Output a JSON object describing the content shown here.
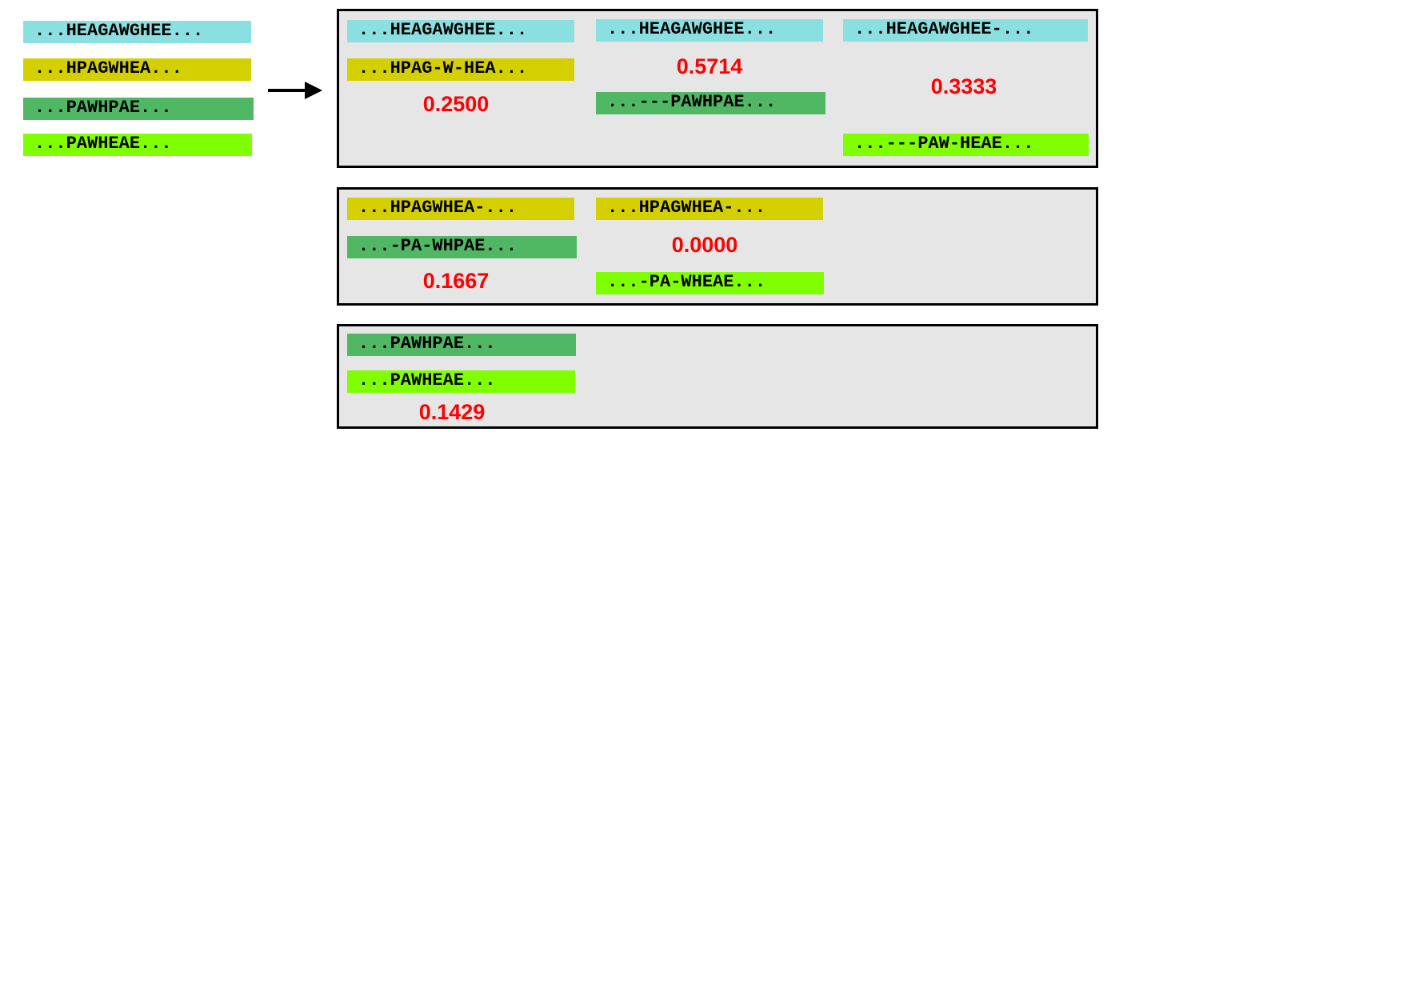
{
  "colors": {
    "cyan": "#8ae0e0",
    "olive": "#d4d000",
    "green": "#50b864",
    "lime": "#80ff00",
    "score": "#ff0000",
    "panel_bg": "#e6e6e6"
  },
  "input_sequences": [
    "...HEAGAWGHEE...",
    "...HPAGWHEA...",
    "...PAWHPAE...",
    "...PAWHEAE..."
  ],
  "panel1": {
    "pair1": {
      "top": "...HEAGAWGHEE...",
      "bottom": "...HPAG-W-HEA...",
      "score": "0.2500"
    },
    "pair2": {
      "top": "...HEAGAWGHEE...",
      "bottom": "...---PAWHPAE...",
      "score": "0.5714"
    },
    "pair3": {
      "top": "...HEAGAWGHEE-...",
      "bottom": "...---PAW-HEAE...",
      "score": "0.3333"
    }
  },
  "panel2": {
    "pair1": {
      "top": "...HPAGWHEA-...",
      "bottom": "...-PA-WHPAE...",
      "score": "0.1667"
    },
    "pair2": {
      "top": "...HPAGWHEA-...",
      "bottom": "...-PA-WHEAE...",
      "score": "0.0000"
    }
  },
  "panel3": {
    "pair1": {
      "top": "...PAWHPAE...",
      "bottom": "...PAWHEAE...",
      "score": "0.1429"
    }
  }
}
